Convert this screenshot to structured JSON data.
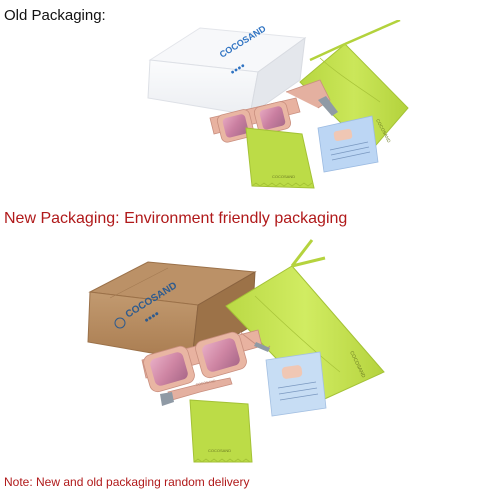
{
  "captions": {
    "old": "Old Packaging:",
    "new": "New Packaging: Environment friendly packaging",
    "note": "Note: New and old packaging random delivery"
  },
  "brand": {
    "name": "COCOSAND"
  },
  "colors": {
    "caption_black": "#111111",
    "caption_red": "#b0191a",
    "pouch_green": "#c2e04a",
    "frame_pink": "#e9b6a3",
    "lens_pink": "#cf86a4",
    "kraft_box": "#b3865b",
    "white_box": "#f6f7f9",
    "brand_blue": "#2f73c2"
  }
}
